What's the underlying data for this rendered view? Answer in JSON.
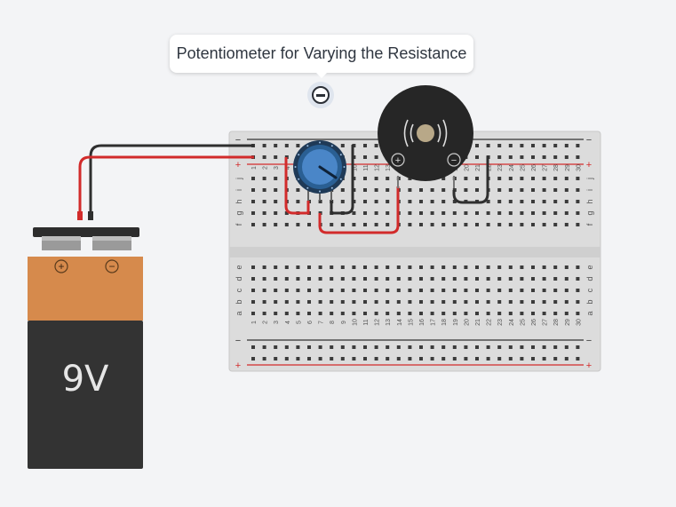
{
  "tooltip": {
    "text": "Potentiometer for Varying the Resistance"
  },
  "battery": {
    "label": "9V",
    "plus": "+",
    "minus": "−"
  },
  "breadboard": {
    "row_letters_top": [
      "j",
      "i",
      "h",
      "g",
      "f"
    ],
    "row_letters_bottom": [
      "e",
      "d",
      "c",
      "b",
      "a"
    ],
    "column_count": 30,
    "rail_plus": "+",
    "rail_minus": "−"
  },
  "buzzer": {
    "plus": "+",
    "minus": "−"
  },
  "colors": {
    "wire_red": "#d22b2b",
    "wire_black": "#2f2f2f",
    "battery_top": "#d68a4c",
    "battery_body": "#333333",
    "knob": "#4a86c8"
  }
}
